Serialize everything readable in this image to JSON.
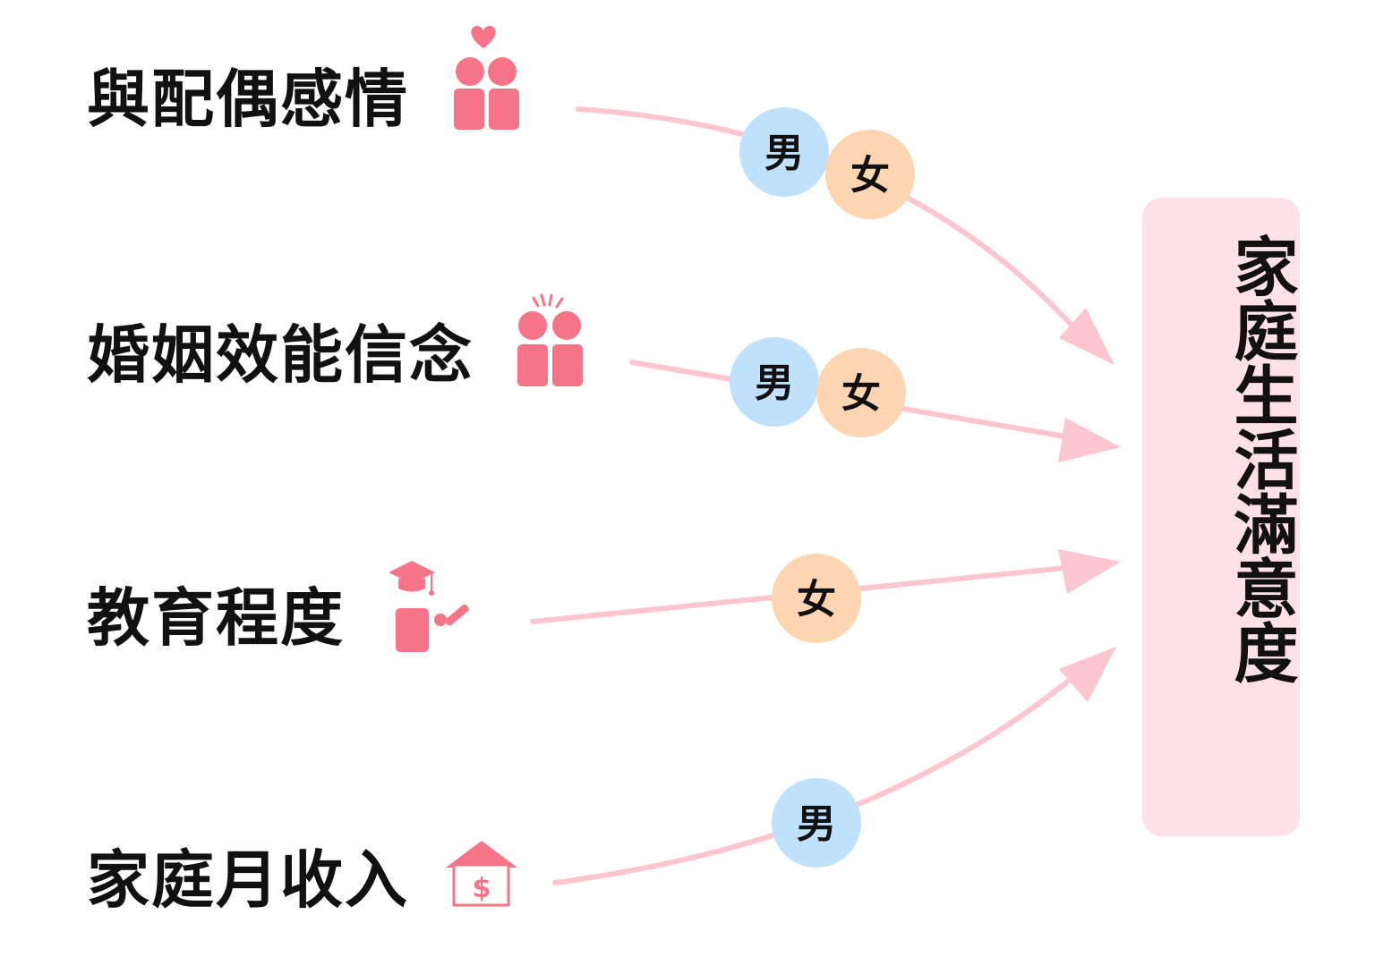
{
  "factors": [
    {
      "label": "與配偶感情",
      "icon": "couple-heart-icon",
      "moderators": [
        "男",
        "女"
      ]
    },
    {
      "label": "婚姻效能信念",
      "icon": "couple-spark-icon",
      "moderators": [
        "男",
        "女"
      ]
    },
    {
      "label": "教育程度",
      "icon": "graduate-diploma-icon",
      "moderators": [
        "女"
      ]
    },
    {
      "label": "家庭月收入",
      "icon": "house-dollar-icon",
      "moderators": [
        "男"
      ]
    }
  ],
  "target": {
    "label": "家庭生活滿意度"
  },
  "icon_symbols": {
    "dollar": "$"
  },
  "colors": {
    "arrow": "#fcc5d0",
    "icon": "#f57488",
    "male_badge": "#bfe1fb",
    "female_badge": "#fdd6b1",
    "target_bg": "#fde1e6",
    "text": "#111111"
  }
}
